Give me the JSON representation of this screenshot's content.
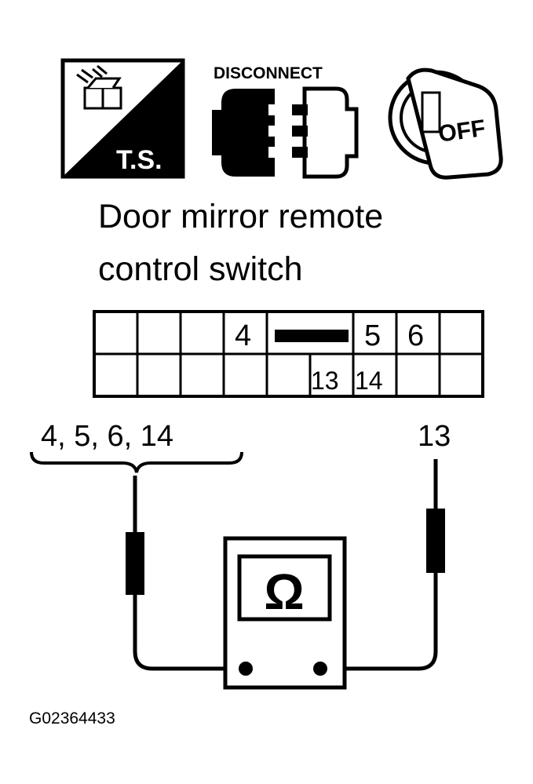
{
  "icons": {
    "ts_label": "T.S.",
    "disconnect_label": "DISCONNECT",
    "ignition_label": "OFF"
  },
  "title": {
    "line1": "Door mirror remote",
    "line2": "control switch"
  },
  "connector": {
    "pin_4": "4",
    "pin_5": "5",
    "pin_6": "6",
    "pin_13": "13",
    "pin_14": "14"
  },
  "probes": {
    "left_label": "4, 5, 6, 14",
    "right_label": "13"
  },
  "meter": {
    "symbol": "Ω"
  },
  "figure_code": "G02364433"
}
